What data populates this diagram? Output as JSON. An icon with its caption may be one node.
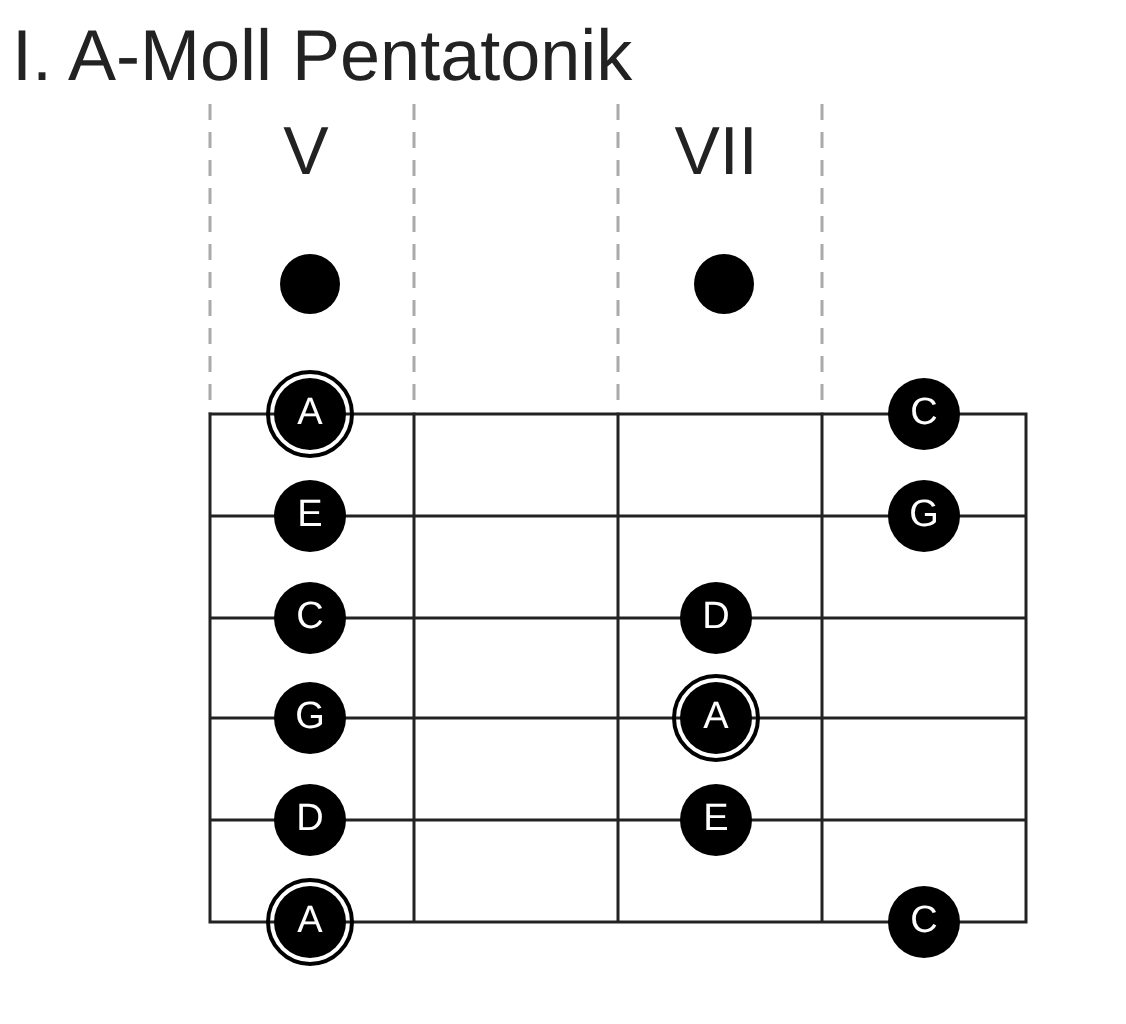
{
  "diagram": {
    "title": "I. A-Moll Pentatonik",
    "nodes": [
      {
        "text": [
          "A"
        ]
      },
      {
        "text": [
          "C"
        ]
      },
      {
        "text": [
          "E"
        ]
      },
      {
        "text": [
          "G"
        ]
      },
      {
        "text": [
          "C"
        ]
      },
      {
        "text": [
          "D"
        ]
      },
      {
        "text": [
          "G"
        ]
      },
      {
        "text": [
          "A"
        ]
      },
      {
        "text": [
          "D"
        ]
      },
      {
        "text": [
          "E"
        ]
      },
      {
        "text": [
          "A"
        ]
      },
      {
        "text": [
          "C"
        ]
      }
    ],
    "labels": [
      "V",
      "VII"
    ]
  }
}
